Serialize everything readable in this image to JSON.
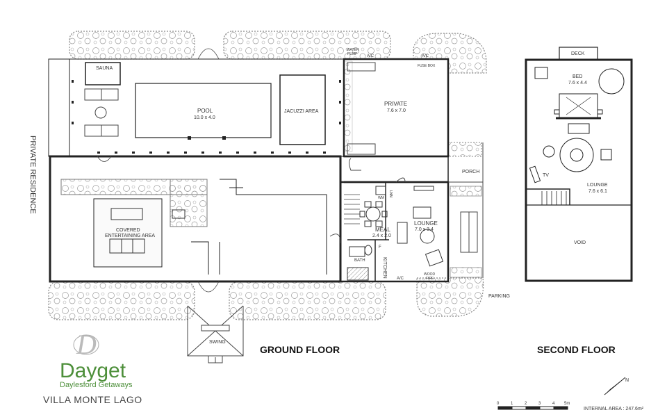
{
  "labels": {
    "private_residence": "PRIVATE RESIDENCE",
    "sauna": "SAUNA",
    "pool": "POOL",
    "pool_dim": "10.0 x 4.0",
    "jacuzzi": "JACUZZI AREA",
    "water_pump_1": "WATER",
    "water_pump_2": "PUMP",
    "ac": "A/C",
    "fuse_box": "FUSE BOX",
    "private": "PRIVATE",
    "private_dim": "7.6 x 7.0",
    "porch": "PORCH",
    "covered_1": "COVERED",
    "covered_2": "ENTERTAINING AREA",
    "wm": "WM",
    "linen": "LNN",
    "meal": "MEAL",
    "meal_dim": "2.4 x 2.0",
    "lounge": "LOUNGE",
    "lounge_dim": "7.0 x 3.4",
    "bath": "BATH",
    "fridge": "F",
    "kitchen": "KITCHEN",
    "wood_fire_1": "WOOD",
    "wood_fire_2": "FIRE",
    "parking": "PARKING",
    "swing": "SWING",
    "deck": "DECK",
    "bed": "BED",
    "bed_dim": "7.6 x 4.4",
    "tv": "TV",
    "lounge2": "LOUNGE",
    "lounge2_dim": "7.6 x 6.1",
    "void": "VOID"
  },
  "headings": {
    "ground_floor": "GROUND FLOOR",
    "second_floor": "SECOND FLOOR"
  },
  "brand": {
    "monogram": "D",
    "name": "Dayget",
    "tagline": "Daylesford Getaways",
    "property": "VILLA MONTE LAGO",
    "color": "#4d8f3a"
  },
  "scale": {
    "ticks": [
      "0",
      "1",
      "2",
      "3",
      "4",
      "5m"
    ],
    "internal_area": "INTERNAL AREA : 247.6m²"
  },
  "compass": {
    "north": "N"
  }
}
